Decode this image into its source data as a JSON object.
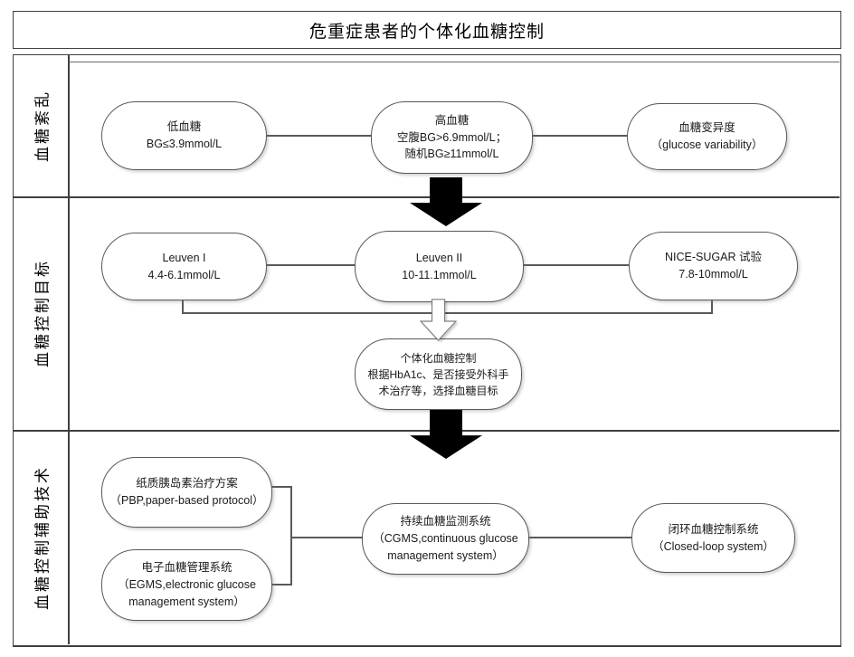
{
  "title": "危重症患者的个体化血糖控制",
  "sections": [
    {
      "label": "血糖紊乱"
    },
    {
      "label": "血糖控制目标"
    },
    {
      "label": "血糖控制辅助技术"
    }
  ],
  "boxes": {
    "hypo": {
      "lines": [
        "低血糖",
        "BG≤3.9mmol/L"
      ]
    },
    "hyper": {
      "lines": [
        "高血糖",
        "空腹BG>6.9mmol/L；",
        "随机BG≥11mmol/L"
      ]
    },
    "variability": {
      "lines": [
        "血糖变异度",
        "（glucose variability）"
      ]
    },
    "leuven1": {
      "lines": [
        "Leuven I",
        "4.4-6.1mmol/L"
      ]
    },
    "leuven2": {
      "lines": [
        "Leuven II",
        "10-11.1mmol/L"
      ]
    },
    "nice_sugar": {
      "lines": [
        "NICE-SUGAR 试验",
        "7.8-10mmol/L"
      ]
    },
    "individualized": {
      "lines": [
        "个体化血糖控制",
        "根据HbA1c、是否接受外科手",
        "术治疗等，选择血糖目标"
      ]
    },
    "pbp": {
      "lines": [
        "纸质胰岛素治疗方案",
        "（PBP,paper-based protocol）"
      ]
    },
    "egms": {
      "lines": [
        "电子血糖管理系统",
        "（EGMS,electronic glucose",
        "management system）"
      ]
    },
    "cgms": {
      "lines": [
        "持续血糖监测系统",
        "（CGMS,continuous glucose",
        "management system）"
      ]
    },
    "closed_loop": {
      "lines": [
        "闭环血糖控制系统",
        "（Closed-loop system）"
      ]
    }
  },
  "colors": {
    "frame": "#3f3f3f",
    "node_border": "#595959",
    "connector": "#595959",
    "solid_arrow": "#000000",
    "hollow_arrow_fill": "#ffffff",
    "hollow_arrow_border": "#7f7f7f",
    "background": "#ffffff"
  }
}
